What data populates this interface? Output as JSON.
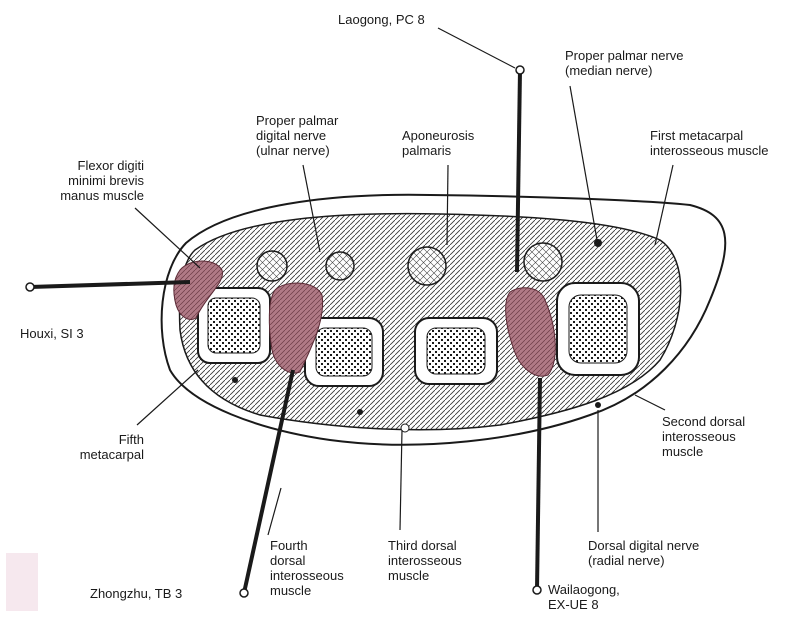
{
  "labels": {
    "laogong": "Laogong, PC 8",
    "proper_palmar_median": "Proper palmar nerve\n(median nerve)",
    "first_metacarpal_interosseous": "First metacarpal\ninterosseous muscle",
    "proper_palmar_digital_ulnar": "Proper palmar\ndigital nerve\n(ulnar nerve)",
    "aponeurosis_palmaris": "Aponeurosis\npalmaris",
    "flexor_digiti_minimi": "Flexor digiti\nminimi brevis\nmanus muscle",
    "houxi": "Houxi, SI 3",
    "fifth_metacarpal": "Fifth\nmetacarpal",
    "second_dorsal_interosseous": "Second dorsal\ninterosseous\nmuscle",
    "fourth_dorsal_interosseous": "Fourth\ndorsal\ninterosseous\nmuscle",
    "third_dorsal_interosseous": "Third dorsal\ninterosseous\nmuscle",
    "dorsal_digital_radial": "Dorsal digital nerve\n(radial nerve)",
    "zhongzhu": "Zhongzhu, TB 3",
    "wailaogong": "Wailaogong,\nEX-UE 8"
  },
  "colors": {
    "ink": "#1a1a1a",
    "muscle_highlight": "#b07a86",
    "corner_swatch": "#f6e8ee"
  }
}
